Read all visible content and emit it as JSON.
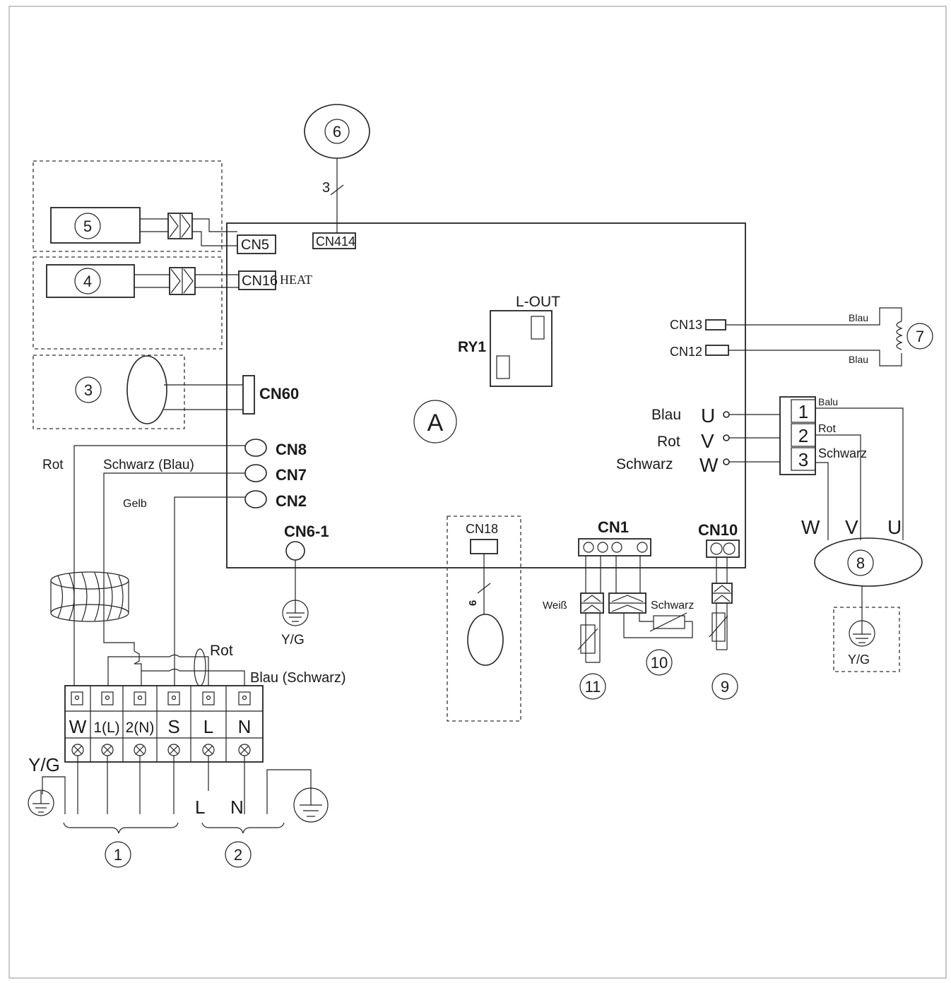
{
  "board": {
    "label": "A",
    "relay_label": "RY1",
    "lout_label": "L-OUT"
  },
  "numbers": {
    "n1": "1",
    "n2": "2",
    "n3": "3",
    "n4": "4",
    "n5": "5",
    "n6": "6",
    "n7": "7",
    "n8": "8",
    "n9": "9",
    "n10": "10",
    "n11": "11"
  },
  "connectors": {
    "cn5": "CN5",
    "cn414": "CN414",
    "cn16": "CN16",
    "heat": "HEAT",
    "cn60": "CN60",
    "cn8": "CN8",
    "cn7": "CN7",
    "cn2": "CN2",
    "cn6_1": "CN6-1",
    "cn18": "CN18",
    "cn1": "CN1",
    "cn10": "CN10",
    "cn13": "CN13",
    "cn12": "CN12"
  },
  "wire_counts": {
    "w6": "3",
    "w18": "6"
  },
  "colors": {
    "rot": "Rot",
    "schwarz_blau": "Schwarz (Blau)",
    "gelb": "Gelb",
    "blau_schwarz": "Blau (Schwarz)",
    "rot2": "Rot",
    "weiss": "Weiß",
    "schwarz": "Schwarz",
    "blau_top": "Blau",
    "blau_bottom": "Blau",
    "blau_u": "Blau",
    "rot_v": "Rot",
    "schwarz_w": "Schwarz",
    "balu": "Balu",
    "rot_term": "Rot",
    "schwarz_term": "Schwarz"
  },
  "phases": {
    "u": "U",
    "v": "V",
    "w": "W",
    "mw": "W",
    "mv": "V",
    "mu": "U"
  },
  "terminal_block": {
    "labels": [
      "W",
      "1(L)",
      "2(N)",
      "S",
      "L",
      "N"
    ]
  },
  "motor_terminals": [
    "1",
    "2",
    "3"
  ],
  "ground": {
    "yg1": "Y/G",
    "yg2": "Y/G",
    "yg3": "Y/G"
  },
  "power": {
    "l": "L",
    "n": "N"
  }
}
